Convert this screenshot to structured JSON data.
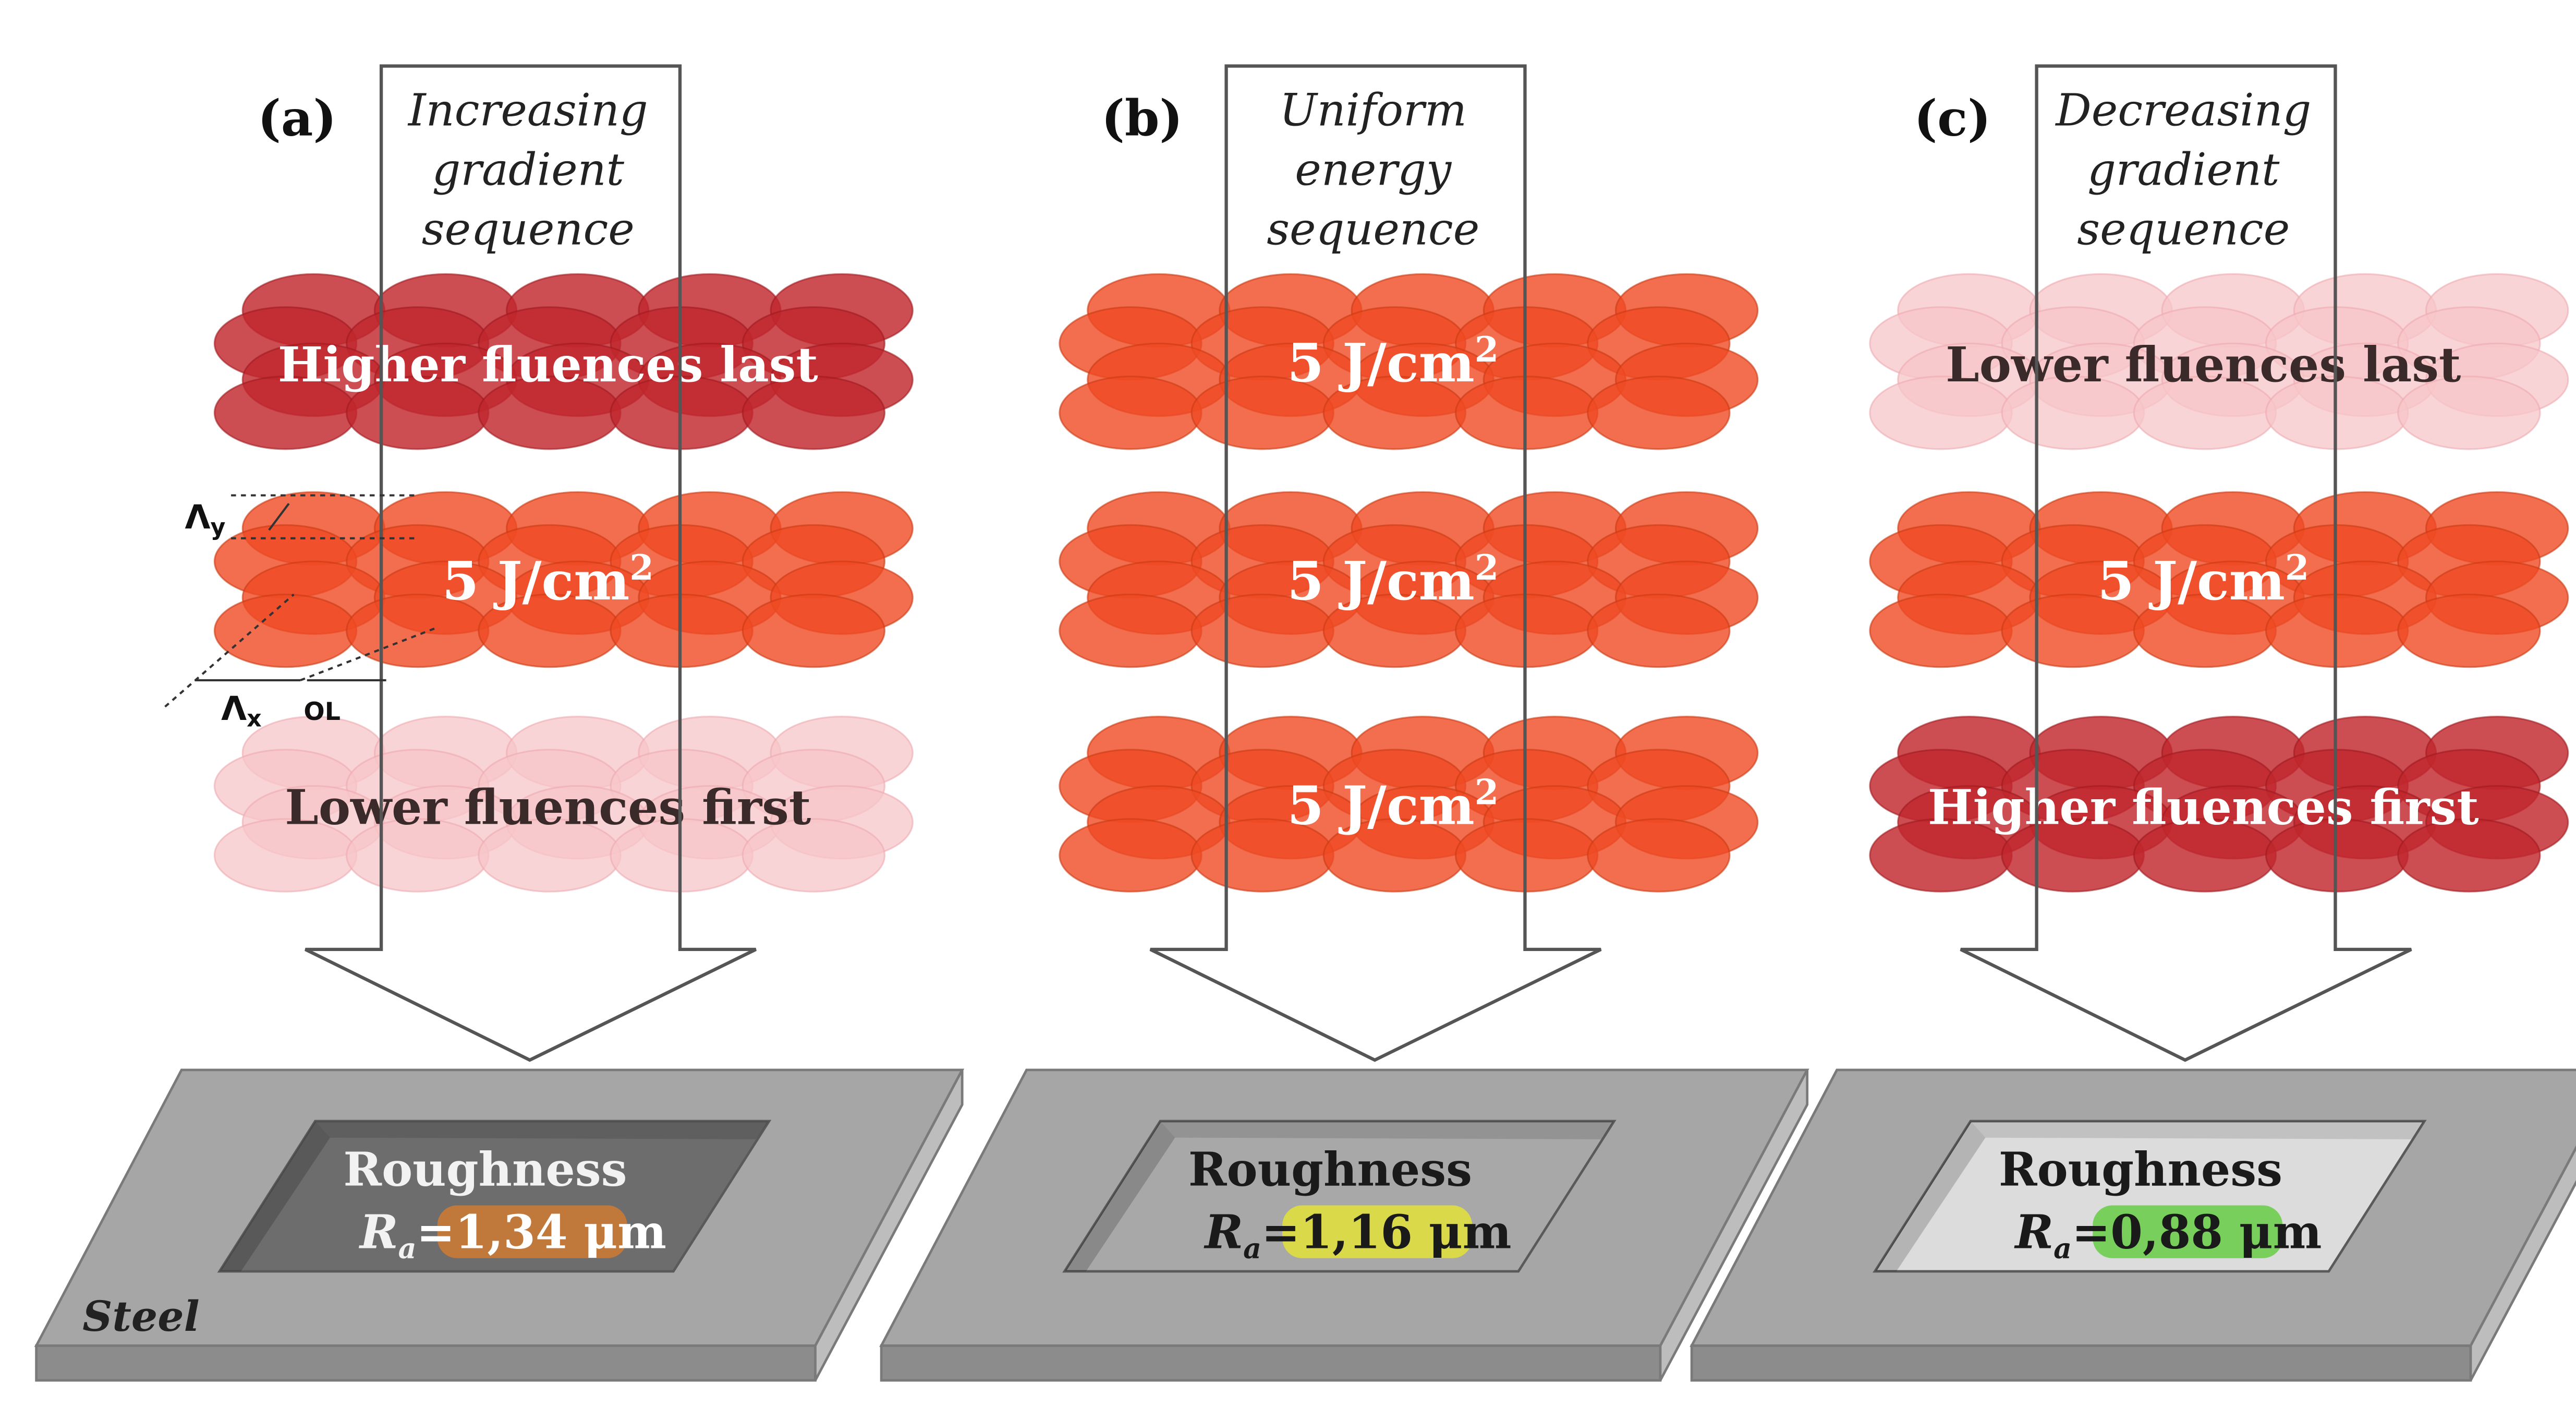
{
  "panels": [
    {
      "id": "a",
      "label": "(a)",
      "sequence_title": [
        "Increasing",
        "gradient",
        "sequence"
      ],
      "layers": [
        {
          "text": "Higher fluences last",
          "tone": "dark"
        },
        {
          "text": "5 J/cm",
          "sup": "2",
          "tone": "medium"
        },
        {
          "text": "Lower fluences first",
          "tone": "light"
        }
      ],
      "roughness_label": "Roughness",
      "ra_symbol": "R",
      "ra_sub": "a",
      "ra_value": "=1,34 μm",
      "highlight_color": "#d07a32",
      "cavity_color": "#6d6d6d",
      "substrate_label": "Steel"
    },
    {
      "id": "b",
      "label": "(b)",
      "sequence_title": [
        "Uniform",
        "energy",
        "sequence"
      ],
      "layers": [
        {
          "text": "5 J/cm",
          "sup": "2",
          "tone": "medium"
        },
        {
          "text": "5 J/cm",
          "sup": "2",
          "tone": "medium"
        },
        {
          "text": "5 J/cm",
          "sup": "2",
          "tone": "medium"
        }
      ],
      "roughness_label": "Roughness",
      "ra_symbol": "R",
      "ra_sub": "a",
      "ra_value": "=1,16 μm",
      "highlight_color": "#e2e23a",
      "cavity_color": "#a8a8a8",
      "substrate_label": ""
    },
    {
      "id": "c",
      "label": "(c)",
      "sequence_title": [
        "Decreasing",
        "gradient",
        "sequence"
      ],
      "layers": [
        {
          "text": "Lower fluences last",
          "tone": "light"
        },
        {
          "text": "5 J/cm",
          "sup": "2",
          "tone": "medium"
        },
        {
          "text": "Higher fluences first",
          "tone": "dark"
        }
      ],
      "roughness_label": "Roughness",
      "ra_symbol": "R",
      "ra_sub": "a",
      "ra_value": "=0,88 μm",
      "highlight_color": "#66cc44",
      "cavity_color": "#dcdcdc",
      "substrate_label": ""
    }
  ],
  "annotations": {
    "lambda_y": "Λ",
    "lambda_y_sub": "y",
    "lambda_x": "Λ",
    "lambda_x_sub": "x",
    "overlap": "OL"
  },
  "colors": {
    "dark_spot": "#c1272d",
    "medium_spot": "#ef4a23",
    "light_spot": "#f7c5c8",
    "steel_top": "#a6a6a6",
    "steel_front": "#8c8c8c",
    "steel_side": "#bdbdbd"
  }
}
